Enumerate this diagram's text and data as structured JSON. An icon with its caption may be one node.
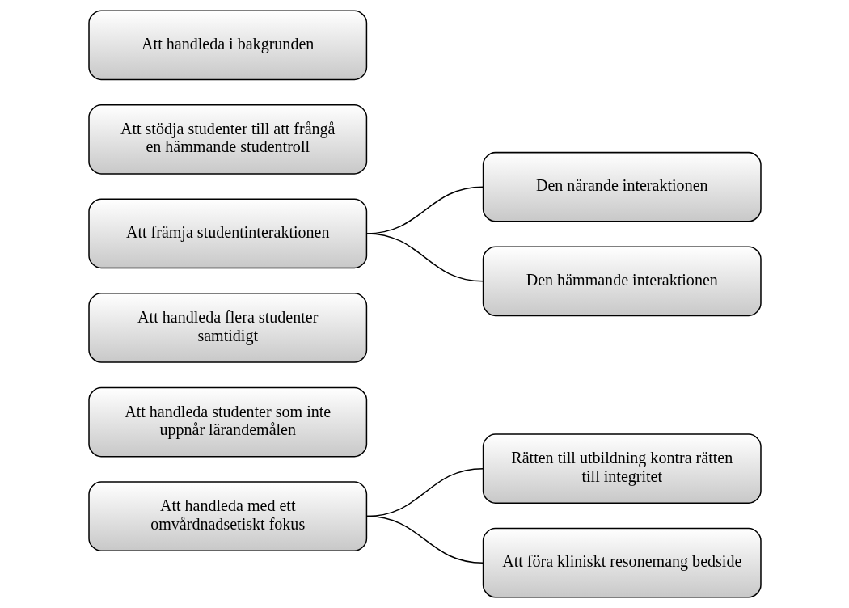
{
  "diagram": {
    "nodes": [
      {
        "text": [
          "Att handleda i bakgrunden"
        ]
      },
      {
        "text": [
          "Att stödja studenter till att frångå en hämmande studentroll"
        ]
      },
      {
        "text": [
          "Att främja studentinteraktionen"
        ]
      },
      {
        "text": [
          "Att handleda flera studenter samtidigt"
        ]
      },
      {
        "text": [
          "Att handleda studenter som inte uppnår lärandemålen"
        ]
      },
      {
        "text": [
          "Att handleda med ett omvårdnadsetiskt fokus"
        ]
      },
      {
        "text": [
          "Den närande interaktionen"
        ]
      },
      {
        "text": [
          "Den hämmande interaktionen"
        ]
      },
      {
        "text": [
          "Rätten till utbildning kontra rätten till integritet"
        ]
      },
      {
        "text": [
          "Att föra kliniskt resonemang bedside"
        ]
      }
    ],
    "edges": [
      {
        "from": 2,
        "to": 6,
        "arrow": "none"
      },
      {
        "from": 2,
        "to": 7,
        "arrow": "none"
      },
      {
        "from": 5,
        "to": 8,
        "arrow": "none"
      },
      {
        "from": 5,
        "to": 9,
        "arrow": "none"
      }
    ]
  }
}
